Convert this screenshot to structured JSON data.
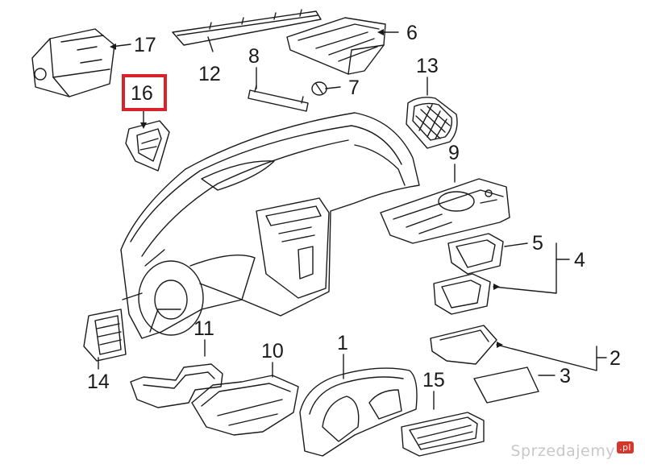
{
  "diagram": {
    "highlight_color": "#d8232a",
    "line_color": "#1a1a1a",
    "part_callouts": [
      {
        "id": "p17",
        "number": "17"
      },
      {
        "id": "p12",
        "number": "12"
      },
      {
        "id": "p6",
        "number": "6"
      },
      {
        "id": "p8",
        "number": "8"
      },
      {
        "id": "p7",
        "number": "7"
      },
      {
        "id": "p16",
        "number": "16",
        "highlighted": true
      },
      {
        "id": "p13",
        "number": "13"
      },
      {
        "id": "p9",
        "number": "9"
      },
      {
        "id": "p5",
        "number": "5"
      },
      {
        "id": "p4",
        "number": "4"
      },
      {
        "id": "p11",
        "number": "11"
      },
      {
        "id": "p10",
        "number": "10"
      },
      {
        "id": "p1",
        "number": "1"
      },
      {
        "id": "p2",
        "number": "2"
      },
      {
        "id": "p3",
        "number": "3"
      },
      {
        "id": "p14",
        "number": "14"
      },
      {
        "id": "p15",
        "number": "15"
      }
    ]
  },
  "watermark": {
    "text": "Sprzedajemy",
    "suffix": ".pl"
  }
}
